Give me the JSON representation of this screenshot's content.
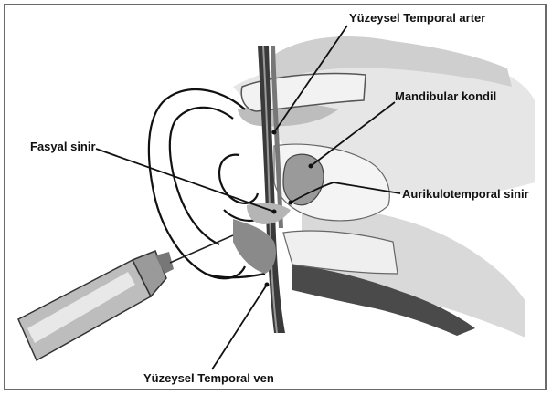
{
  "labels": {
    "superficial_temporal_artery": "Yüzeysel Temporal arter",
    "mandibular_condyle": "Mandibular kondil",
    "facial_nerve": "Fasyal sinir",
    "auriculotemporal_nerve": "Aurikulotemporal sinir",
    "superficial_temporal_vein": "Yüzeysel Temporal ven"
  }
}
